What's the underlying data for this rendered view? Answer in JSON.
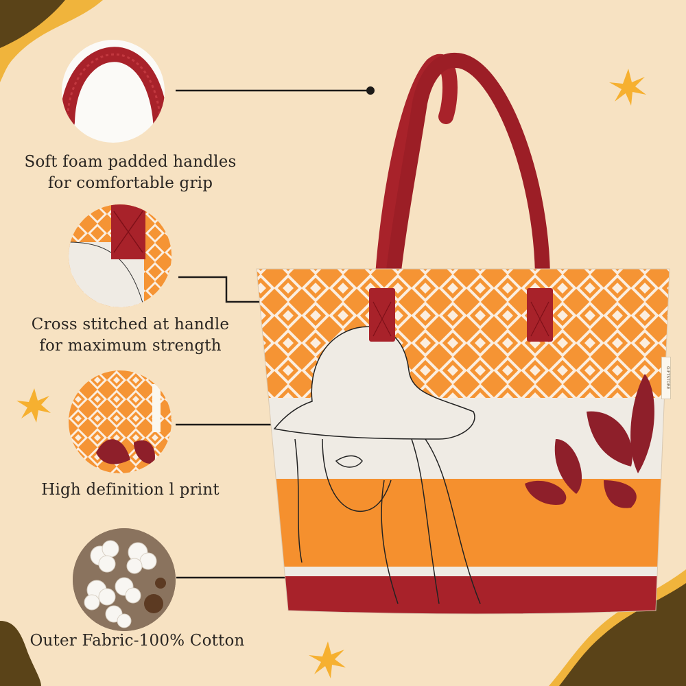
{
  "features": [
    {
      "id": "handles",
      "lines": [
        "Soft foam padded handles",
        "for comfortable grip"
      ],
      "thumb_icon": "padded-handle-closeup"
    },
    {
      "id": "stitching",
      "lines": [
        "Cross stitched at handle",
        "for maximum strength"
      ],
      "thumb_icon": "cross-stitch-closeup"
    },
    {
      "id": "print",
      "lines": [
        "High definition l print"
      ],
      "thumb_icon": "print-closeup"
    },
    {
      "id": "fabric",
      "lines": [
        "Outer Fabric-100% Cotton"
      ],
      "thumb_icon": "cotton-bolls"
    }
  ],
  "product": {
    "tag_text": "GIFTSTORE",
    "icon": "tote-bag"
  },
  "decorations": [
    "orange-star-icon",
    "wave-icon"
  ],
  "colors": {
    "background": "#f7e2c2",
    "wave_dark": "#5a4318",
    "wave_gold": "#f0b43c",
    "star": "#f6b030",
    "bag_maroon": "#a8222a",
    "bag_orange": "#f59434",
    "bag_cream": "#efebe4",
    "text": "#2a2622"
  }
}
